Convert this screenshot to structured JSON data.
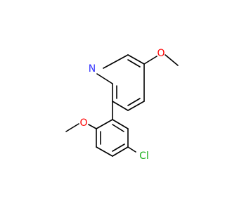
{
  "molecule": {
    "atoms": {
      "nitrogen": "N",
      "methoxy_oxygen_pyridine": "O",
      "methoxy_oxygen_benzene": "O",
      "chlorine": "Cl"
    },
    "colors": {
      "bond": "#000000",
      "nitrogen": "#3333ff",
      "oxygen": "#ff0000",
      "chlorine": "#1fb01f",
      "background": "#ffffff"
    }
  }
}
